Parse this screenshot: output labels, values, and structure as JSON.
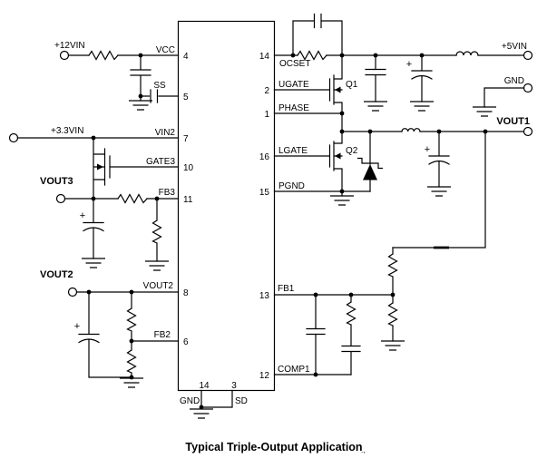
{
  "diagram": {
    "caption": "Typical Triple-Output Application",
    "caption_suffix": ".,",
    "symbols": {
      "plus": "+"
    },
    "terminals": {
      "vin12": "+12VIN",
      "vin33": "+3.3VIN",
      "vin5": "+5VIN",
      "gnd": "GND",
      "vout1": "VOUT1",
      "vout2": "VOUT2",
      "vout3": "VOUT3"
    },
    "transistors": {
      "q1": "Q1",
      "q2": "Q2"
    },
    "ic": {
      "left_pins": [
        {
          "num": "4",
          "label": "VCC"
        },
        {
          "num": "5",
          "label": "SS"
        },
        {
          "num": "7",
          "label": "VIN2"
        },
        {
          "num": "10",
          "label": "GATE3"
        },
        {
          "num": "11",
          "label": "FB3"
        },
        {
          "num": "8",
          "label": "VOUT2"
        },
        {
          "num": "6",
          "label": "FB2"
        }
      ],
      "right_pins": [
        {
          "num": "14",
          "label": "OCSET"
        },
        {
          "num": "2",
          "label": "UGATE"
        },
        {
          "num": "1",
          "label": "PHASE"
        },
        {
          "num": "16",
          "label": "LGATE"
        },
        {
          "num": "15",
          "label": "PGND"
        },
        {
          "num": "13",
          "label": "FB1"
        },
        {
          "num": "12",
          "label": "COMP1"
        }
      ],
      "bottom_pins": [
        {
          "num": "14",
          "label": "GND"
        },
        {
          "num": "3",
          "label": "SD"
        }
      ]
    }
  }
}
